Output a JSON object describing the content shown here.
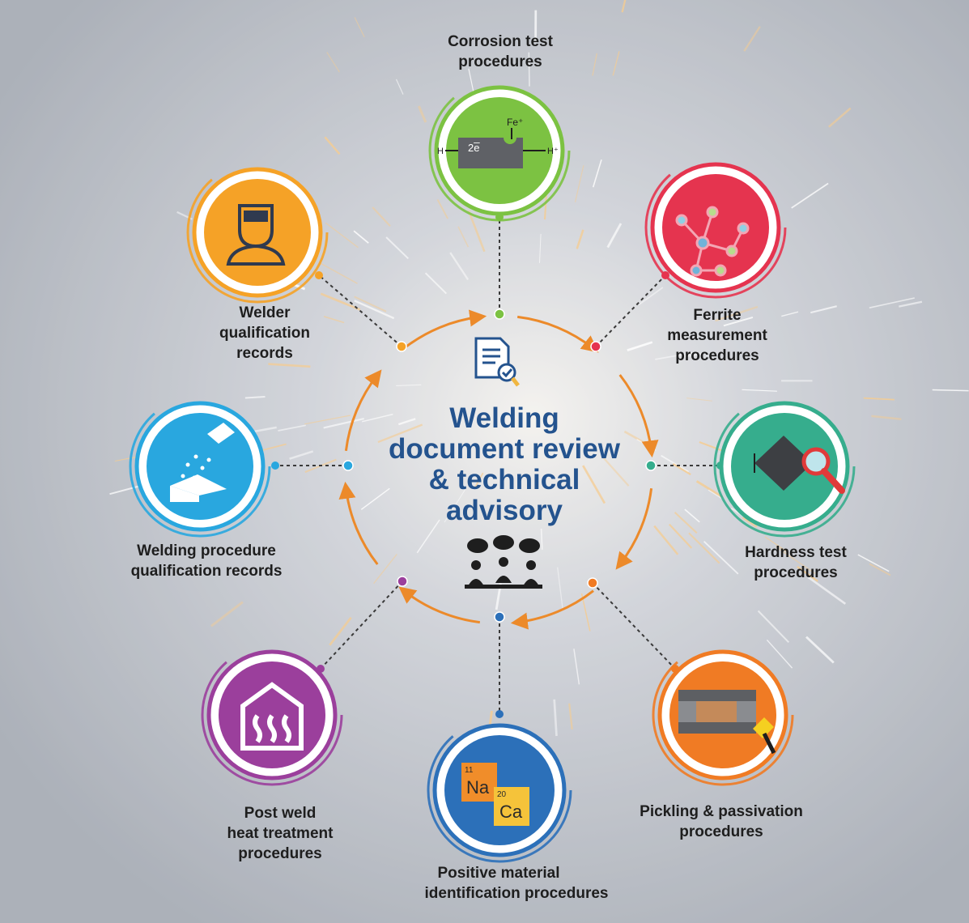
{
  "center": {
    "title_lines": [
      "Welding",
      "document review",
      "& technical",
      "advisory"
    ]
  },
  "nodes": [
    {
      "id": "corrosion",
      "label_lines": [
        "Corrosion test",
        "procedures"
      ],
      "color": "#7cc242",
      "icon": "corrosion-diagram-icon",
      "icon_text": {
        "ion": "Fe⁺",
        "electrons": "2e̅",
        "h_left": "H",
        "h_right": "H⁺"
      }
    },
    {
      "id": "ferrite",
      "label_lines": [
        "Ferrite",
        "measurement",
        "procedures"
      ],
      "color": "#e5344f",
      "icon": "molecule-icon"
    },
    {
      "id": "hardness",
      "label_lines": [
        "Hardness test",
        "procedures"
      ],
      "color": "#36ad8d",
      "icon": "indenter-magnifier-icon"
    },
    {
      "id": "pickling",
      "label_lines": [
        "Pickling & passivation",
        "procedures"
      ],
      "color": "#f07b24",
      "icon": "weld-brush-icon"
    },
    {
      "id": "pmi",
      "label_lines": [
        "Positive material",
        "identification procedures"
      ],
      "color": "#2c70b9",
      "icon": "elements-icon",
      "icon_text": {
        "el1_number": "11",
        "el1_symbol": "Na",
        "el2_number": "20",
        "el2_symbol": "Ca"
      }
    },
    {
      "id": "pwht",
      "label_lines": [
        "Post weld",
        "heat treatment",
        "procedures"
      ],
      "color": "#9b3f9c",
      "icon": "heat-oven-icon"
    },
    {
      "id": "wpqr",
      "label_lines": [
        "Welding procedure",
        "qualification records"
      ],
      "color": "#29a7df",
      "icon": "welding-rod-icon"
    },
    {
      "id": "welder",
      "label_lines": [
        "Welder",
        "qualification",
        "records"
      ],
      "color": "#f5a227",
      "icon": "welder-mask-icon"
    }
  ],
  "colors": {
    "title": "#24538e",
    "arrows": "#ec8a2a",
    "label": "#1e1e1e"
  }
}
